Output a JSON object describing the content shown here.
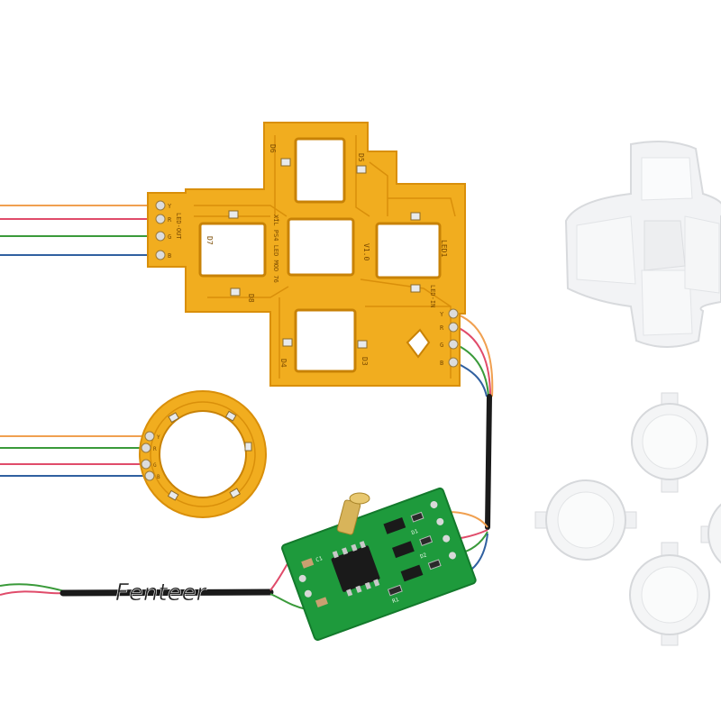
{
  "watermark": {
    "text": "Fenteer"
  },
  "colors": {
    "flex_pcb": "#f1ad1f",
    "flex_pcb_edge": "#d98f0a",
    "green_pcb": "#1e9a3c",
    "button_clear": "#eef0f2",
    "wire_orange": "#f0a050",
    "wire_red": "#e04040",
    "wire_green": "#3a9a3a",
    "wire_blue": "#3060a0",
    "wire_black": "#1a1a1a"
  },
  "dpad_board": {
    "labels": {
      "d6": "D6",
      "d5": "D5",
      "d7": "D7",
      "d8": "D8",
      "d3": "D3",
      "d4": "D4",
      "led_out": "LED-OUT",
      "led_in": "LED-IN",
      "led1": "LED1",
      "version": "V1.0",
      "model": "XIL PS4 LED MOD 76",
      "pad_y": "Y",
      "pad_r": "R",
      "pad_g": "G",
      "pad_b": "B",
      "pad_y2": "Y",
      "pad_r2": "R",
      "pad_g2": "G",
      "pad_b2": "B"
    }
  },
  "ring_board": {
    "labels": {
      "pad_y": "Y",
      "pad_r": "R",
      "pad_g": "G",
      "pad_b": "B"
    }
  },
  "control_board": {
    "labels": {
      "d1": "D1",
      "d2": "D2",
      "c1": "C1",
      "r1": "R1"
    }
  }
}
